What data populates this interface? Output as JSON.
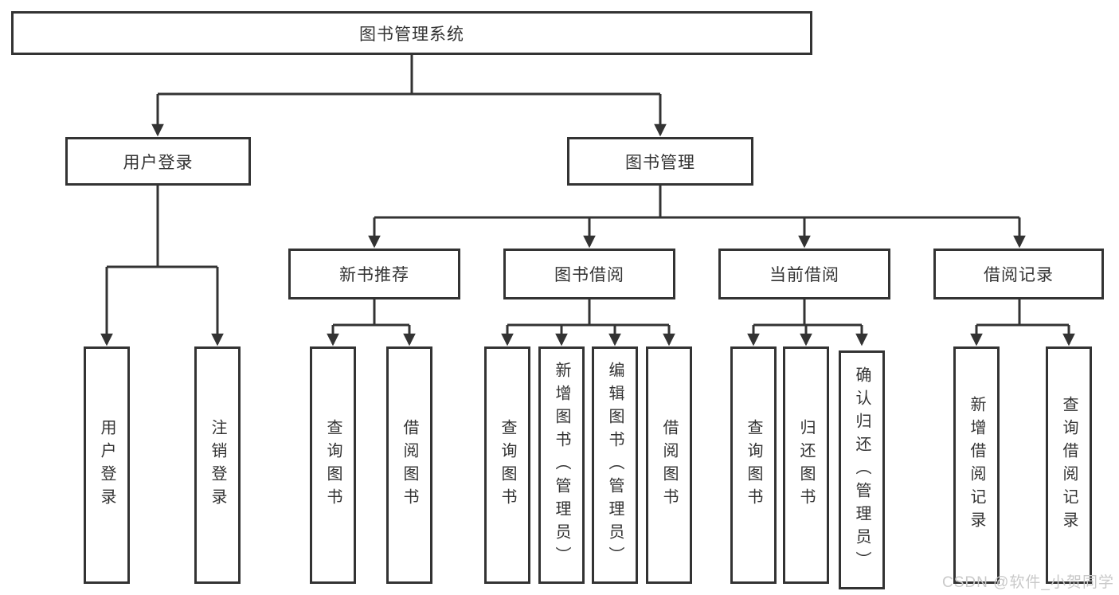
{
  "tree": {
    "root": {
      "label": "图书管理系统"
    },
    "branches": [
      {
        "label": "用户登录",
        "leaves": [
          {
            "label": "用户登录"
          },
          {
            "label": "注销登录"
          }
        ]
      },
      {
        "label": "图书管理",
        "sections": [
          {
            "label": "新书推荐",
            "leaves": [
              {
                "label": "查询图书"
              },
              {
                "label": "借阅图书"
              }
            ]
          },
          {
            "label": "图书借阅",
            "leaves": [
              {
                "label": "查询图书"
              },
              {
                "label": "新增图书（管理员）"
              },
              {
                "label": "编辑图书（管理员）"
              },
              {
                "label": "借阅图书"
              }
            ]
          },
          {
            "label": "当前借阅",
            "leaves": [
              {
                "label": "查询图书"
              },
              {
                "label": "归还图书"
              },
              {
                "label": "确认归还（管理员）"
              }
            ]
          },
          {
            "label": "借阅记录",
            "leaves": [
              {
                "label": "新增借阅记录"
              },
              {
                "label": "查询借阅记录"
              }
            ]
          }
        ]
      }
    ]
  },
  "watermark": {
    "text": "CSDN @软件_小贺同学",
    "color": "#c9c9c9"
  },
  "colors": {
    "line": "#333333",
    "box_border": "#333333",
    "box_bg": "#ffffff",
    "text": "#333333"
  }
}
